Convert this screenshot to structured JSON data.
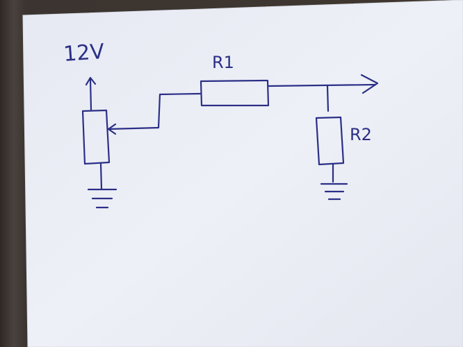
{
  "diagram": {
    "labels": {
      "supply": "12V",
      "r1": "R1",
      "r2": "R2"
    },
    "ink_color": "#2b2f86",
    "paper_color": "#eceff6"
  }
}
